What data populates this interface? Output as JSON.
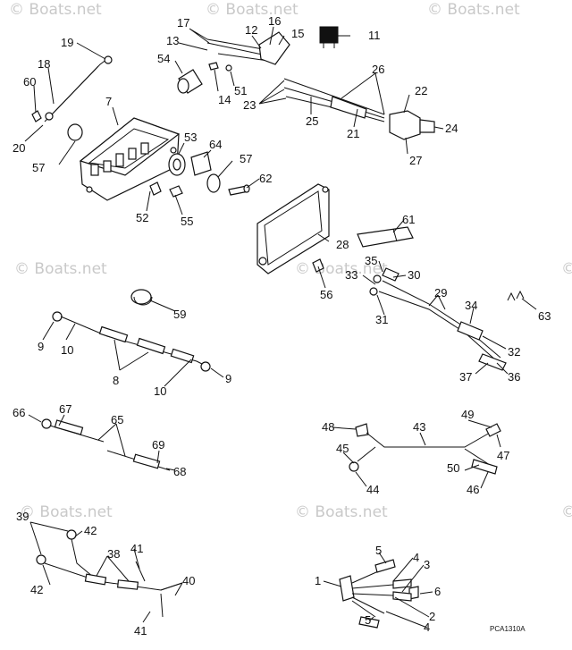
{
  "watermark": {
    "top_left": "© Boats.net",
    "top_center": "© Boats.net",
    "top_right": "© Boats.net",
    "mid_left": "© Boats.net",
    "mid_center": "© Boats.net",
    "mid_right": "© Boats.net",
    "low_left": "© Boats.net",
    "low_center": "© Boats.net",
    "low_right": "© Boats.net"
  },
  "diagram_code": "PCA1310A",
  "callouts": {
    "c1": "1",
    "c2": "2",
    "c3": "3",
    "c4a": "4",
    "c4b": "4",
    "c5a": "5",
    "c5b": "5",
    "c6": "6",
    "c7": "7",
    "c8": "8",
    "c9a": "9",
    "c9b": "9",
    "c10a": "10",
    "c10b": "10",
    "c11": "11",
    "c12": "12",
    "c13": "13",
    "c14": "14",
    "c15": "15",
    "c16": "16",
    "c17": "17",
    "c18": "18",
    "c19": "19",
    "c20": "20",
    "c21": "21",
    "c22": "22",
    "c23": "23",
    "c24": "24",
    "c25": "25",
    "c26": "26",
    "c27": "27",
    "c28": "28",
    "c29": "29",
    "c30": "30",
    "c31": "31",
    "c32": "32",
    "c33": "33",
    "c34": "34",
    "c35": "35",
    "c36": "36",
    "c37": "37",
    "c38": "38",
    "c39": "39",
    "c40": "40",
    "c41a": "41",
    "c41b": "41",
    "c42a": "42",
    "c42b": "42",
    "c43": "43",
    "c44": "44",
    "c45": "45",
    "c46": "46",
    "c47": "47",
    "c48": "48",
    "c49": "49",
    "c50": "50",
    "c51": "51",
    "c52": "52",
    "c53": "53",
    "c54": "54",
    "c55": "55",
    "c56": "56",
    "c57a": "57",
    "c57b": "57",
    "c59": "59",
    "c60": "60",
    "c61": "61",
    "c62": "62",
    "c63": "63",
    "c64": "64",
    "c65": "65",
    "c66": "66",
    "c67": "67",
    "c68": "68",
    "c69": "69"
  }
}
